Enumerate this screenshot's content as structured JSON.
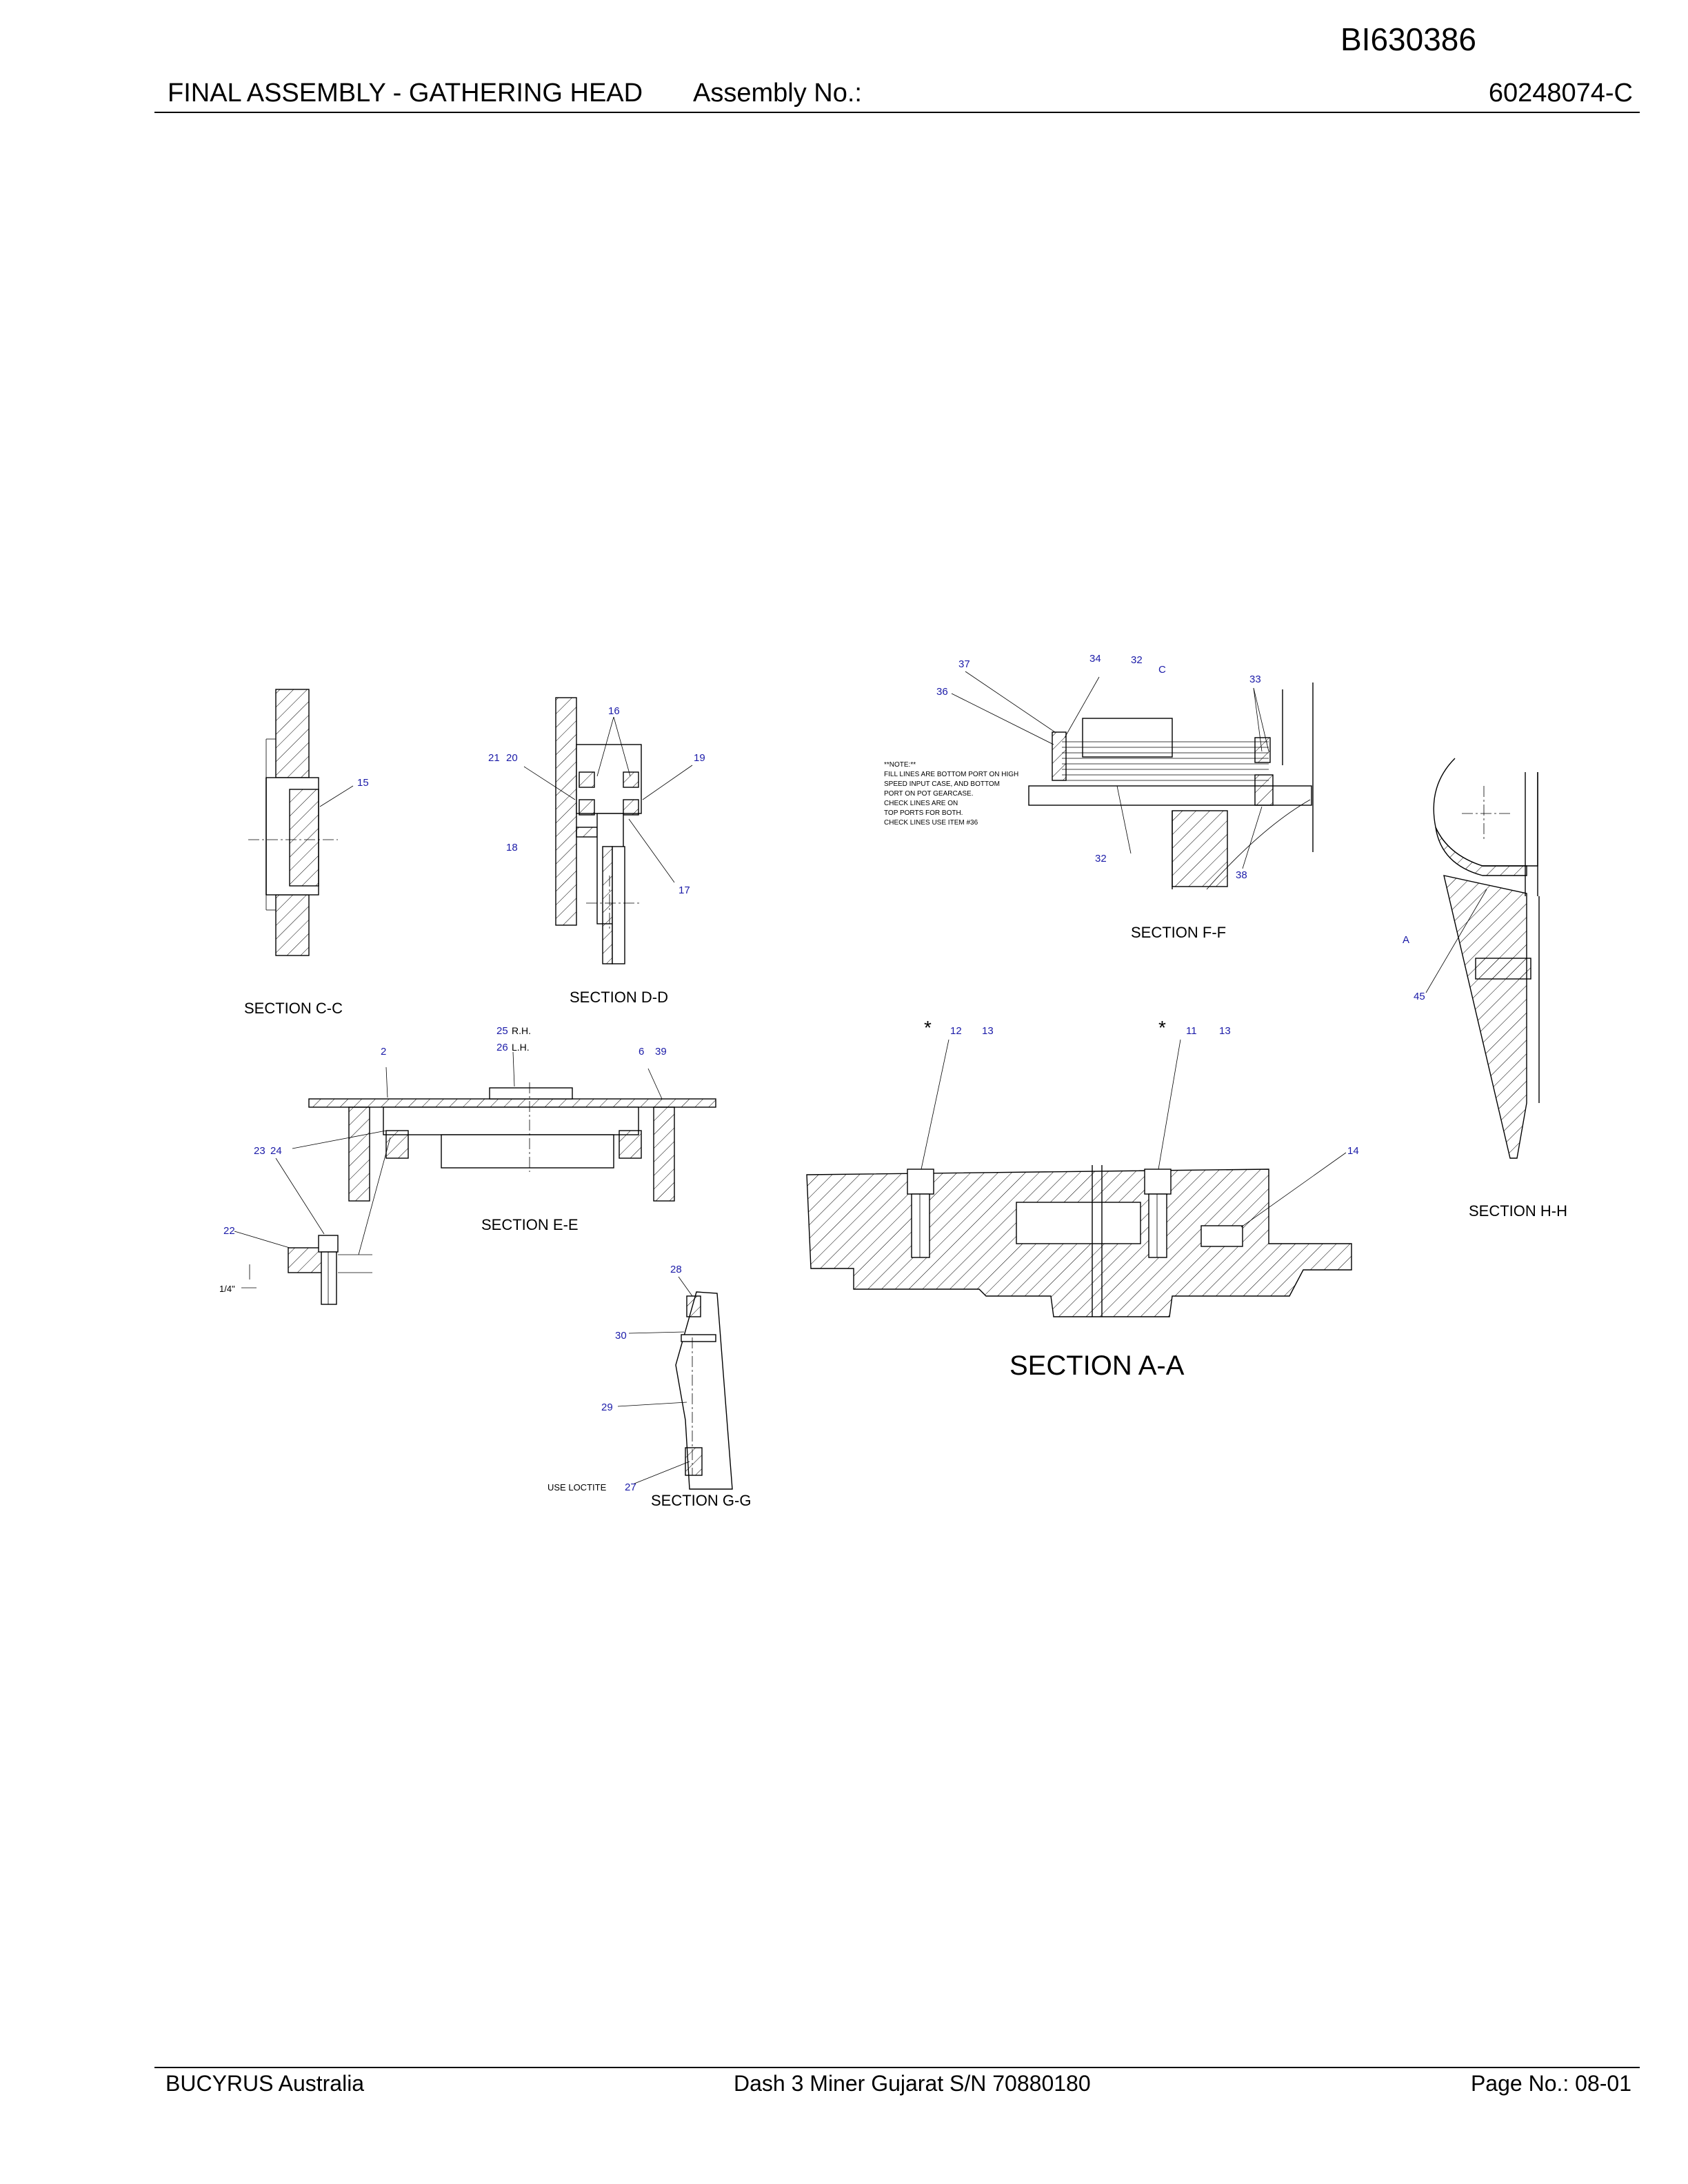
{
  "header": {
    "doc_id": "BI630386",
    "title": "FINAL ASSEMBLY - GATHERING HEAD",
    "assembly_label": "Assembly No.:",
    "assembly_no": "60248074-C"
  },
  "footer": {
    "company": "BUCYRUS Australia",
    "machine": "Dash 3 Miner Gujarat S/N 70880180",
    "page": "Page No.:   08-01"
  },
  "sections": {
    "cc": "SECTION C-C",
    "dd": "SECTION D-D",
    "ee": "SECTION E-E",
    "ff": "SECTION F-F",
    "gg": "SECTION G-G",
    "hh": "SECTION H-H",
    "aa": "SECTION A-A"
  },
  "callouts": {
    "c15": "15",
    "c16": "16",
    "c17": "17",
    "c18": "18",
    "c19": "19",
    "c20": "20",
    "c21": "21",
    "c2": "2",
    "c25": "25",
    "c26": "26",
    "c6": "6",
    "c39": "39",
    "c23": "23",
    "c24": "24",
    "c22": "22",
    "c28": "28",
    "c30": "30",
    "c29": "29",
    "c27": "27",
    "c37": "37",
    "c36": "36",
    "c34": "34",
    "c32a": "32",
    "c32b": "32",
    "cC": "C",
    "c33": "33",
    "c38": "38",
    "c12": "12",
    "c13a": "13",
    "c11": "11",
    "c13b": "13",
    "c14": "14",
    "cA": "A",
    "c45": "45"
  },
  "labels": {
    "rh": "R.H.",
    "lh": "L.H.",
    "quarter": "1/4\"",
    "loctite": "USE LOCTITE",
    "star": "*"
  },
  "note_lines": [
    "**NOTE:**",
    "FILL LINES ARE BOTTOM PORT ON HIGH",
    "SPEED INPUT CASE, AND BOTTOM",
    "PORT ON POT GEARCASE.",
    "CHECK LINES ARE ON",
    "TOP PORTS FOR BOTH.",
    "CHECK LINES USE ITEM #36"
  ]
}
